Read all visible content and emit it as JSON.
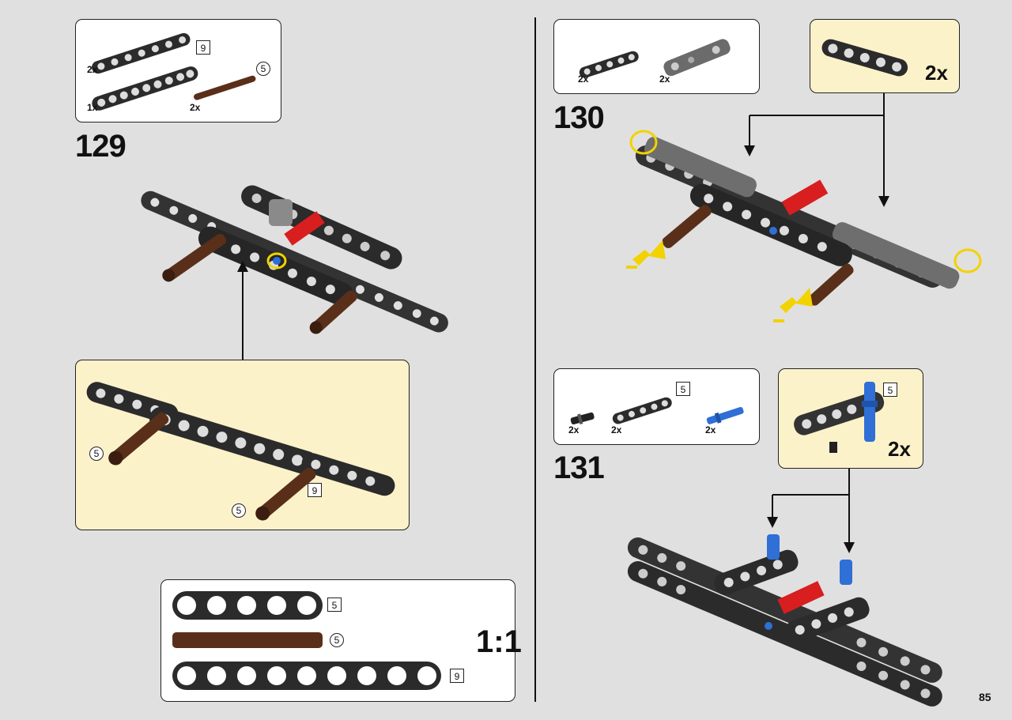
{
  "page": {
    "number": "85",
    "scale_label": "1:1"
  },
  "steps": [
    {
      "number": "129",
      "parts": [
        {
          "qty": "2x"
        },
        {
          "qty": "1x",
          "size": "9"
        },
        {
          "qty": "2x",
          "size": "5"
        }
      ],
      "callout": {
        "size_a": "5",
        "size_b": "5",
        "size_c": "9"
      }
    },
    {
      "number": "130",
      "parts": [
        {
          "qty": "2x"
        },
        {
          "qty": "2x"
        }
      ],
      "callout": {
        "multiplier": "2x"
      }
    },
    {
      "number": "131",
      "parts": [
        {
          "qty": "2x"
        },
        {
          "qty": "2x",
          "size": "5"
        },
        {
          "qty": "2x"
        }
      ],
      "callout": {
        "multiplier": "2x",
        "size": "5"
      }
    }
  ],
  "reference": {
    "beam5": "5",
    "axle5": "5",
    "beam9": "9"
  },
  "colors": {
    "beam": "#2b2b2b",
    "axle": "#5a2f1a",
    "highlight": "#f2d200",
    "pin_blue": "#2f6fd6",
    "connector_red": "#d81e1e",
    "callout_bg": "#fcf2c9"
  }
}
